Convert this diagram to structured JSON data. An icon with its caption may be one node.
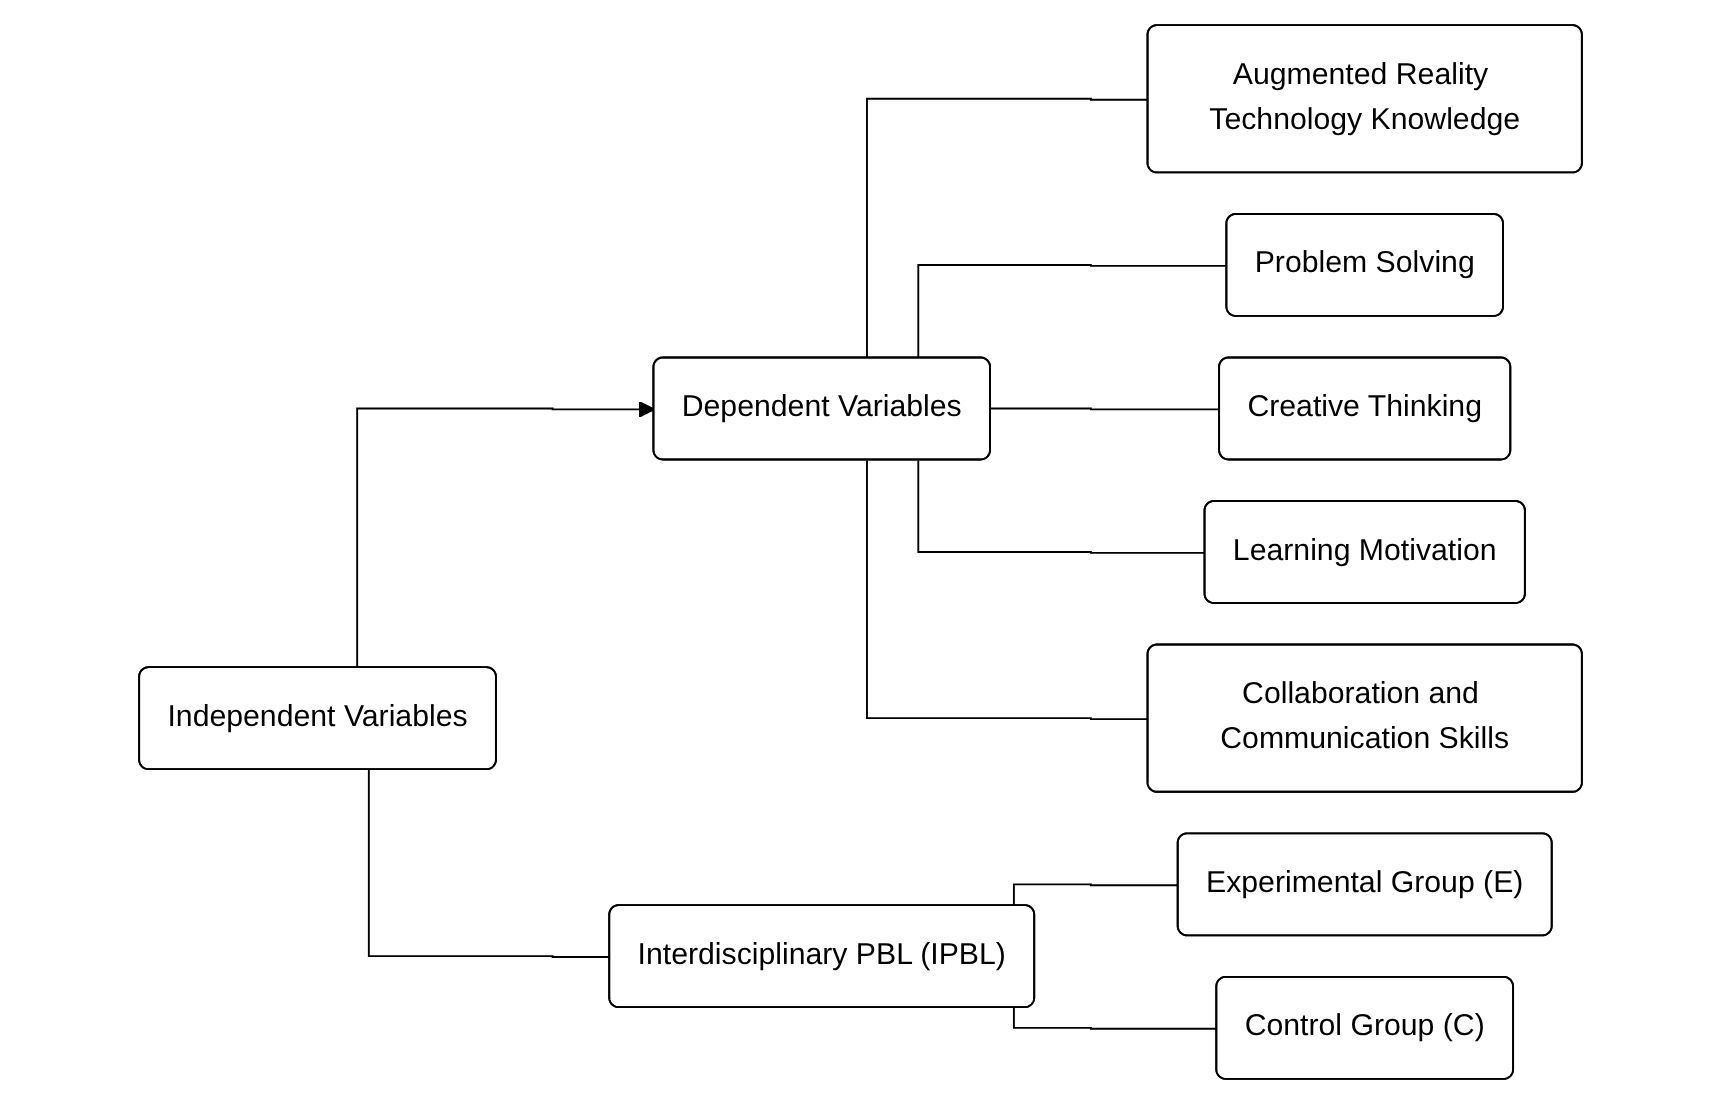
{
  "diagram": {
    "nodes": [
      {
        "text": [
          "Independent Variables"
        ]
      },
      {
        "text": [
          "Interdisciplinary PBL (IPBL)"
        ]
      },
      {
        "text": [
          "Experimental Group (E)"
        ]
      },
      {
        "text": [
          "Control Group (C)"
        ]
      },
      {
        "text": [
          "Dependent Variables"
        ]
      },
      {
        "text": [
          "Augmented Reality Technology Knowledge"
        ]
      },
      {
        "text": [
          "Problem Solving"
        ]
      },
      {
        "text": [
          "Creative Thinking"
        ]
      },
      {
        "text": [
          "Learning Motivation"
        ]
      },
      {
        "text": [
          "Collaboration and Communication Skills"
        ]
      }
    ],
    "edges": [
      {
        "from": 0,
        "to": 4,
        "arrow": "to"
      },
      {
        "from": 0,
        "to": 1,
        "arrow": "none"
      },
      {
        "from": 1,
        "to": 2,
        "arrow": "none"
      },
      {
        "from": 1,
        "to": 3,
        "arrow": "none"
      },
      {
        "from": 4,
        "to": 5,
        "arrow": "none"
      },
      {
        "from": 4,
        "to": 6,
        "arrow": "none"
      },
      {
        "from": 4,
        "to": 7,
        "arrow": "none"
      },
      {
        "from": 4,
        "to": 8,
        "arrow": "none"
      },
      {
        "from": 4,
        "to": 9,
        "arrow": "none"
      }
    ]
  }
}
